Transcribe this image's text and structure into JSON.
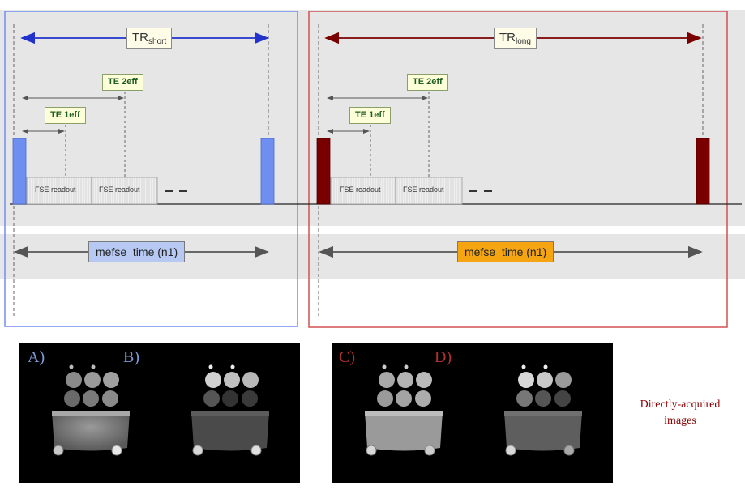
{
  "left_panel": {
    "tr_label": "TR",
    "tr_sub": "short",
    "te1_label": "TE 1eff",
    "te2_label": "TE 2eff",
    "readouts": [
      "FSE readout",
      "FSE readout"
    ],
    "mefse_label": "mefse_time (n1)",
    "colors": {
      "pulse": "#6f8ff0",
      "arrow": "#2233cc",
      "frame": "#6f8ff0"
    }
  },
  "right_panel": {
    "tr_label": "TR",
    "tr_sub": "long",
    "te1_label": "TE 1eff",
    "te2_label": "TE 2eff",
    "readouts": [
      "FSE readout",
      "FSE readout"
    ],
    "mefse_label": "mefse_time (n1)",
    "colors": {
      "pulse": "#7a0000",
      "arrow": "#7a0000",
      "frame": "#d05050"
    }
  },
  "images": {
    "labels": [
      "A)",
      "B)",
      "C)",
      "D)"
    ],
    "label_colors": [
      "#7f9ad8",
      "#7f9ad8",
      "#b03030",
      "#b03030"
    ],
    "caption_line1": "Directly-acquired",
    "caption_line2": "images"
  }
}
